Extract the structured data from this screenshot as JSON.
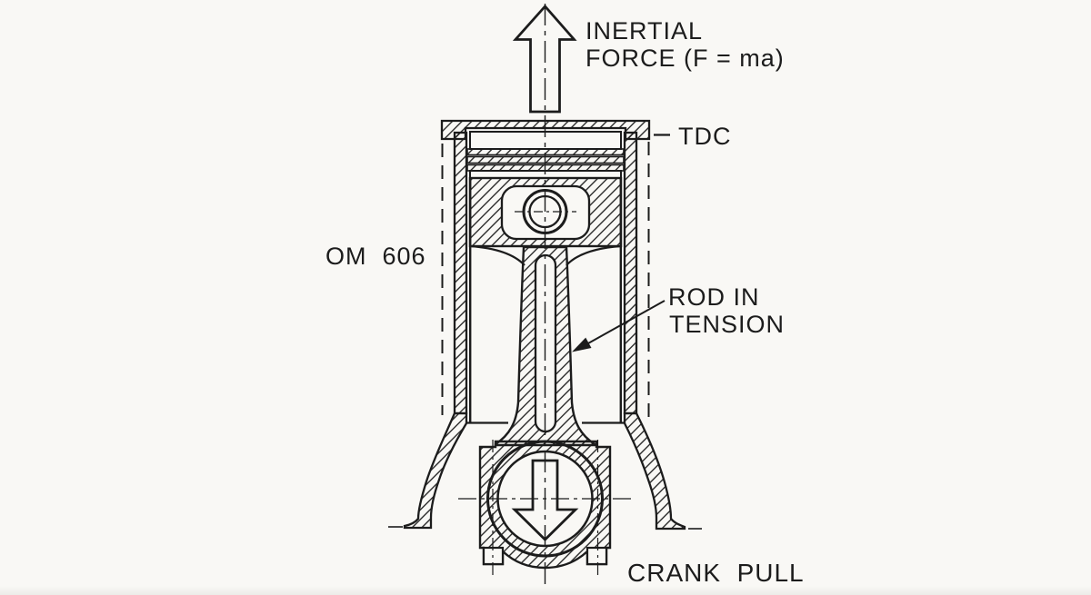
{
  "colors": {
    "paper": "#f9f8f5",
    "ink": "#1c1c1c"
  },
  "labels": {
    "inertial_line1": "INERTIAL",
    "inertial_line2": "FORCE (F = ma)",
    "tdc": "TDC",
    "engine_model": "OM  606",
    "rod_line1": "ROD IN",
    "rod_line2": "TENSION",
    "crank_pull": "CRANK  PULL"
  }
}
